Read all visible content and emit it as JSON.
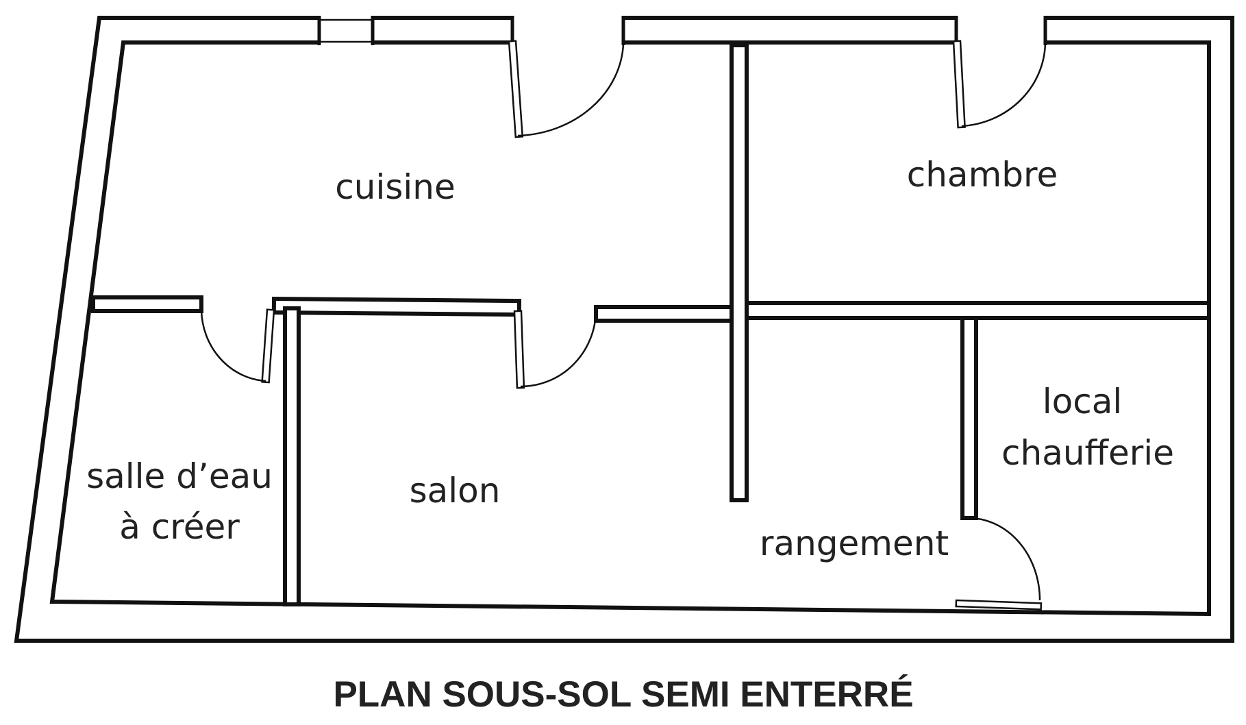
{
  "plan": {
    "title": "PLAN SOUS-SOL SEMI ENTERRÉ",
    "rooms": {
      "cuisine": "cuisine",
      "chambre": "chambre",
      "salle_deau_line1": "salle d’eau",
      "salle_deau_line2": "à créer",
      "salon": "salon",
      "local_line1": "local",
      "local_line2": "chaufferie",
      "rangement": "rangement"
    }
  },
  "colors": {
    "line": "#111111",
    "text": "#222222",
    "background": "#ffffff"
  }
}
